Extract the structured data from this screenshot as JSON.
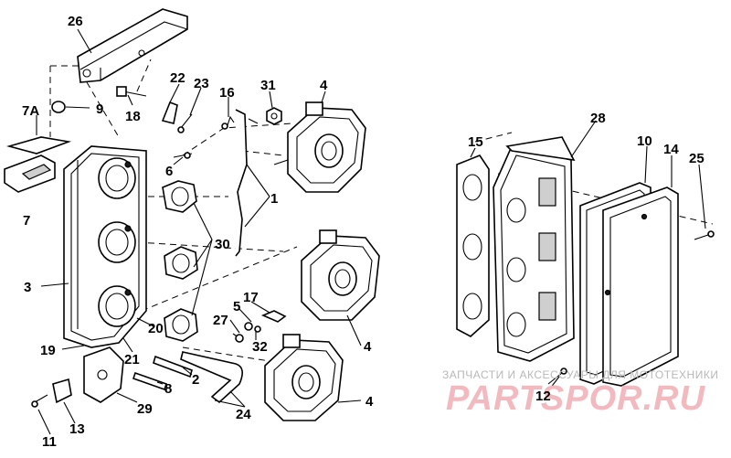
{
  "callouts": {
    "c26": "26",
    "c22": "22",
    "c23": "23",
    "c16": "16",
    "c31": "31",
    "c4a": "4",
    "c7a": "7A",
    "c9": "9",
    "c18": "18",
    "c6": "6",
    "c7": "7",
    "c1": "1",
    "c30": "30",
    "c3": "3",
    "c5": "5",
    "c17": "17",
    "c27": "27",
    "c32": "32",
    "c20": "20",
    "c19": "19",
    "c21": "21",
    "c4b": "4",
    "c2": "2",
    "c8": "8",
    "c29": "29",
    "c24": "24",
    "c4c": "4",
    "c13": "13",
    "c11": "11",
    "c15": "15",
    "c28": "28",
    "c10": "10",
    "c14": "14",
    "c25": "25",
    "c12": "12"
  },
  "watermark": {
    "line1": "ЗАПЧАСТИ И АКСЕССУАРЫ ДЛЯ МОТОТЕХНИКИ",
    "logo": "PARTSPOR.RU"
  }
}
